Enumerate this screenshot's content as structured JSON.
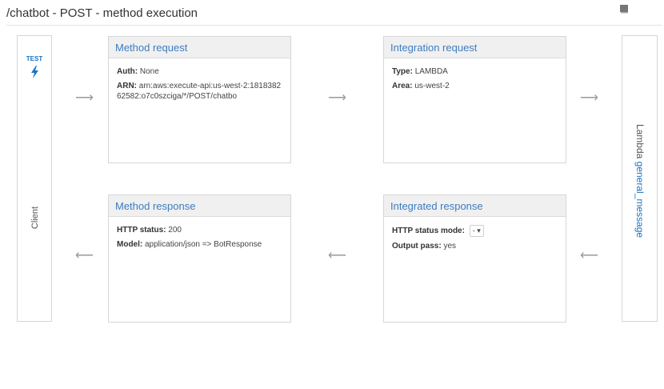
{
  "page": {
    "title": "/chatbot - POST - method execution"
  },
  "client": {
    "test_label": "TEST",
    "label": "Client"
  },
  "lambda": {
    "prefix": "Lambda",
    "function_name": "general_message"
  },
  "method_request": {
    "title": "Method request",
    "auth_key": "Auth:",
    "auth_value": "None",
    "arn_key": "ARN:",
    "arn_value": "arn:aws:execute-api:us-west-2:181838262582:o7c0szciga/*/POST/chatbo"
  },
  "integration_request": {
    "title": "Integration request",
    "type_key": "Type:",
    "type_value": "LAMBDA",
    "area_key": "Area:",
    "area_value": "us-west-2"
  },
  "method_response": {
    "title": "Method response",
    "status_key": "HTTP status:",
    "status_value": "200",
    "model_key": "Model:",
    "model_value": "application/json => BotResponse"
  },
  "integrated_response": {
    "title": "Integrated response",
    "mode_key": "HTTP status mode:",
    "mode_value": "-",
    "pass_key": "Output pass:",
    "pass_value": "yes"
  },
  "arrows": {
    "right": "⟶",
    "left": "⟵"
  }
}
